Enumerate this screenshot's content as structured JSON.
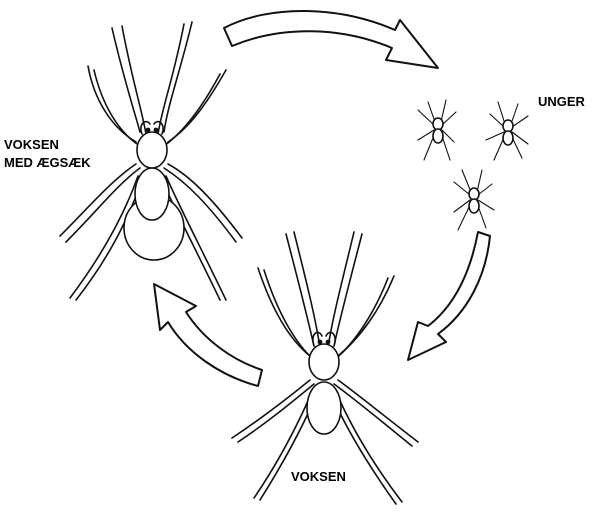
{
  "labels": {
    "adult_with_egg_sac_line1": "VOKSEN",
    "adult_with_egg_sac_line2": "MED ÆGSÆK",
    "young": "UNGER",
    "adult": "VOKSEN"
  },
  "colors": {
    "ink": "#111111",
    "background": "#ffffff"
  }
}
